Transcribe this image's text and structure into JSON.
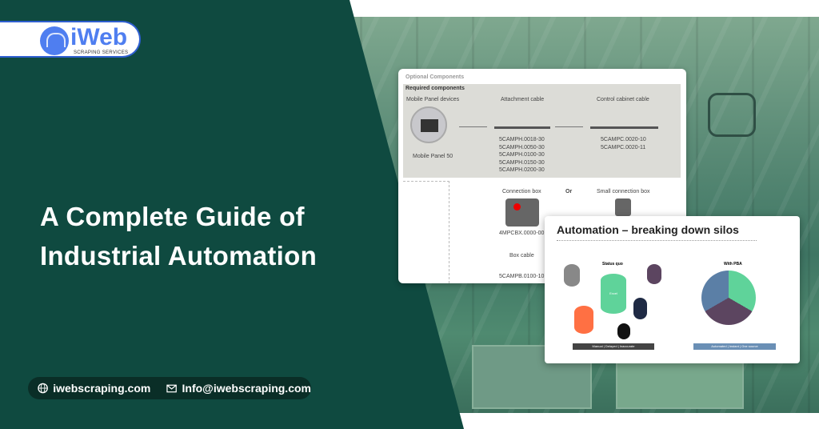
{
  "brand": {
    "name": "iWeb",
    "tagline": "SCRAPING SERVICES",
    "color": "#4f7ef0"
  },
  "headline": {
    "line1": "A Complete Guide of",
    "line2": "Industrial Automation"
  },
  "contact": {
    "website": "iwebscraping.com",
    "email": "Info@iwebscraping.com",
    "website_icon": "globe-icon",
    "email_icon": "envelope-icon"
  },
  "colors": {
    "panel": "#0f4a40",
    "pill": "#0a2e27"
  },
  "diagram": {
    "optional": "Optional Components",
    "required": "Required components",
    "mobile_panel_devices": "Mobile Panel devices",
    "mobile_panel": "Mobile Panel 50",
    "attachment_cable": "Attachment cable",
    "attachment_codes": [
      "5CAMPH.0018-30",
      "5CAMPH.0050-30",
      "5CAMPH.0100-30",
      "5CAMPH.0150-30",
      "5CAMPH.0200-30"
    ],
    "control_cabinet_cable": "Control cabinet cable",
    "control_codes": [
      "5CAMPC.0020-10",
      "5CAMPC.0020-11"
    ],
    "connection_box": "Connection box",
    "or": "Or",
    "small_connection_box": "Small connection box",
    "connection_code": "4MPCBX.0000-00",
    "box_cable": "Box cable",
    "box_cable_code": "5CAMPB.0100-10"
  },
  "slide": {
    "title": "Automation – breaking down silos",
    "status_quo": "Status quo",
    "with_pba": "With PBA",
    "left_bar": "Manual | Delayed | Inaccurate",
    "right_bar": "Automated | Instant | One source",
    "excel": "Excel"
  }
}
